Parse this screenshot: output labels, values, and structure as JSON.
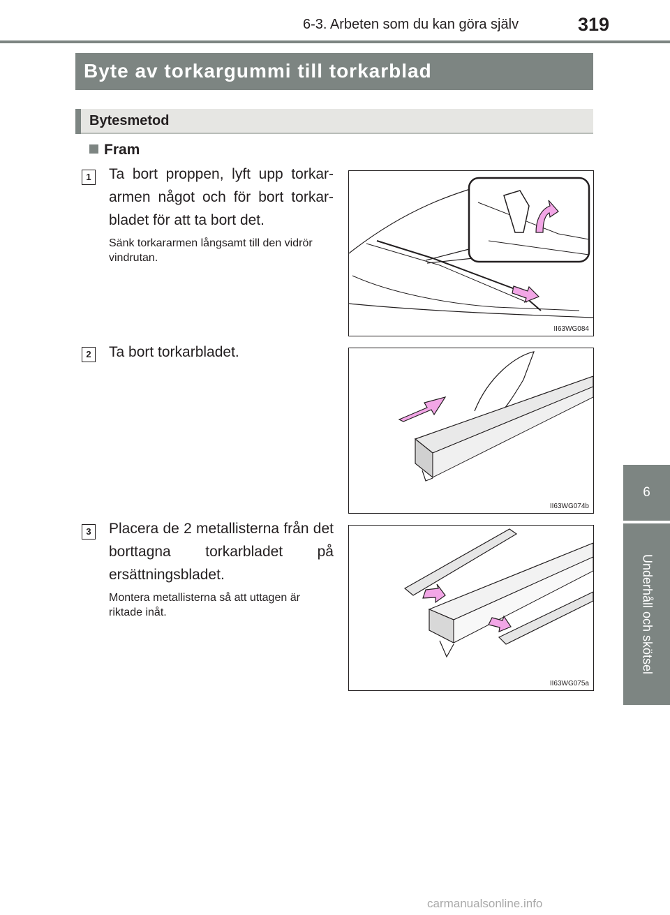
{
  "header": {
    "section": "6-3. Arbeten som du kan göra själv",
    "page_number": "319"
  },
  "side_tab": {
    "chapter_number": "6",
    "chapter_title": "Underhåll och skötsel"
  },
  "heading": "Byte av torkargummi till torkarblad",
  "subheading": "Bytesmetod",
  "subsection": "Fram",
  "steps": [
    {
      "number": "1",
      "text": "Ta bort proppen, lyft upp torkar-armen något och för bort torkar-bladet för att ta bort det.",
      "note": "Sänk torkararmen långsamt till den vidrör vindrutan.",
      "figure_code": "II63WG084"
    },
    {
      "number": "2",
      "text": "Ta bort torkarbladet.",
      "note": "",
      "figure_code": "II63WG074b"
    },
    {
      "number": "3",
      "text": "Placera de 2 metallisterna från det borttagna torkarbladet på ersättningsbladet.",
      "note": "Montera metallisterna så att uttagen är riktade inåt.",
      "figure_code": "II63WG075a"
    }
  ],
  "colors": {
    "accent_gray": "#7d8582",
    "arrow_pink": "#f2a6e6"
  },
  "watermark": "carmanualsonline.info"
}
